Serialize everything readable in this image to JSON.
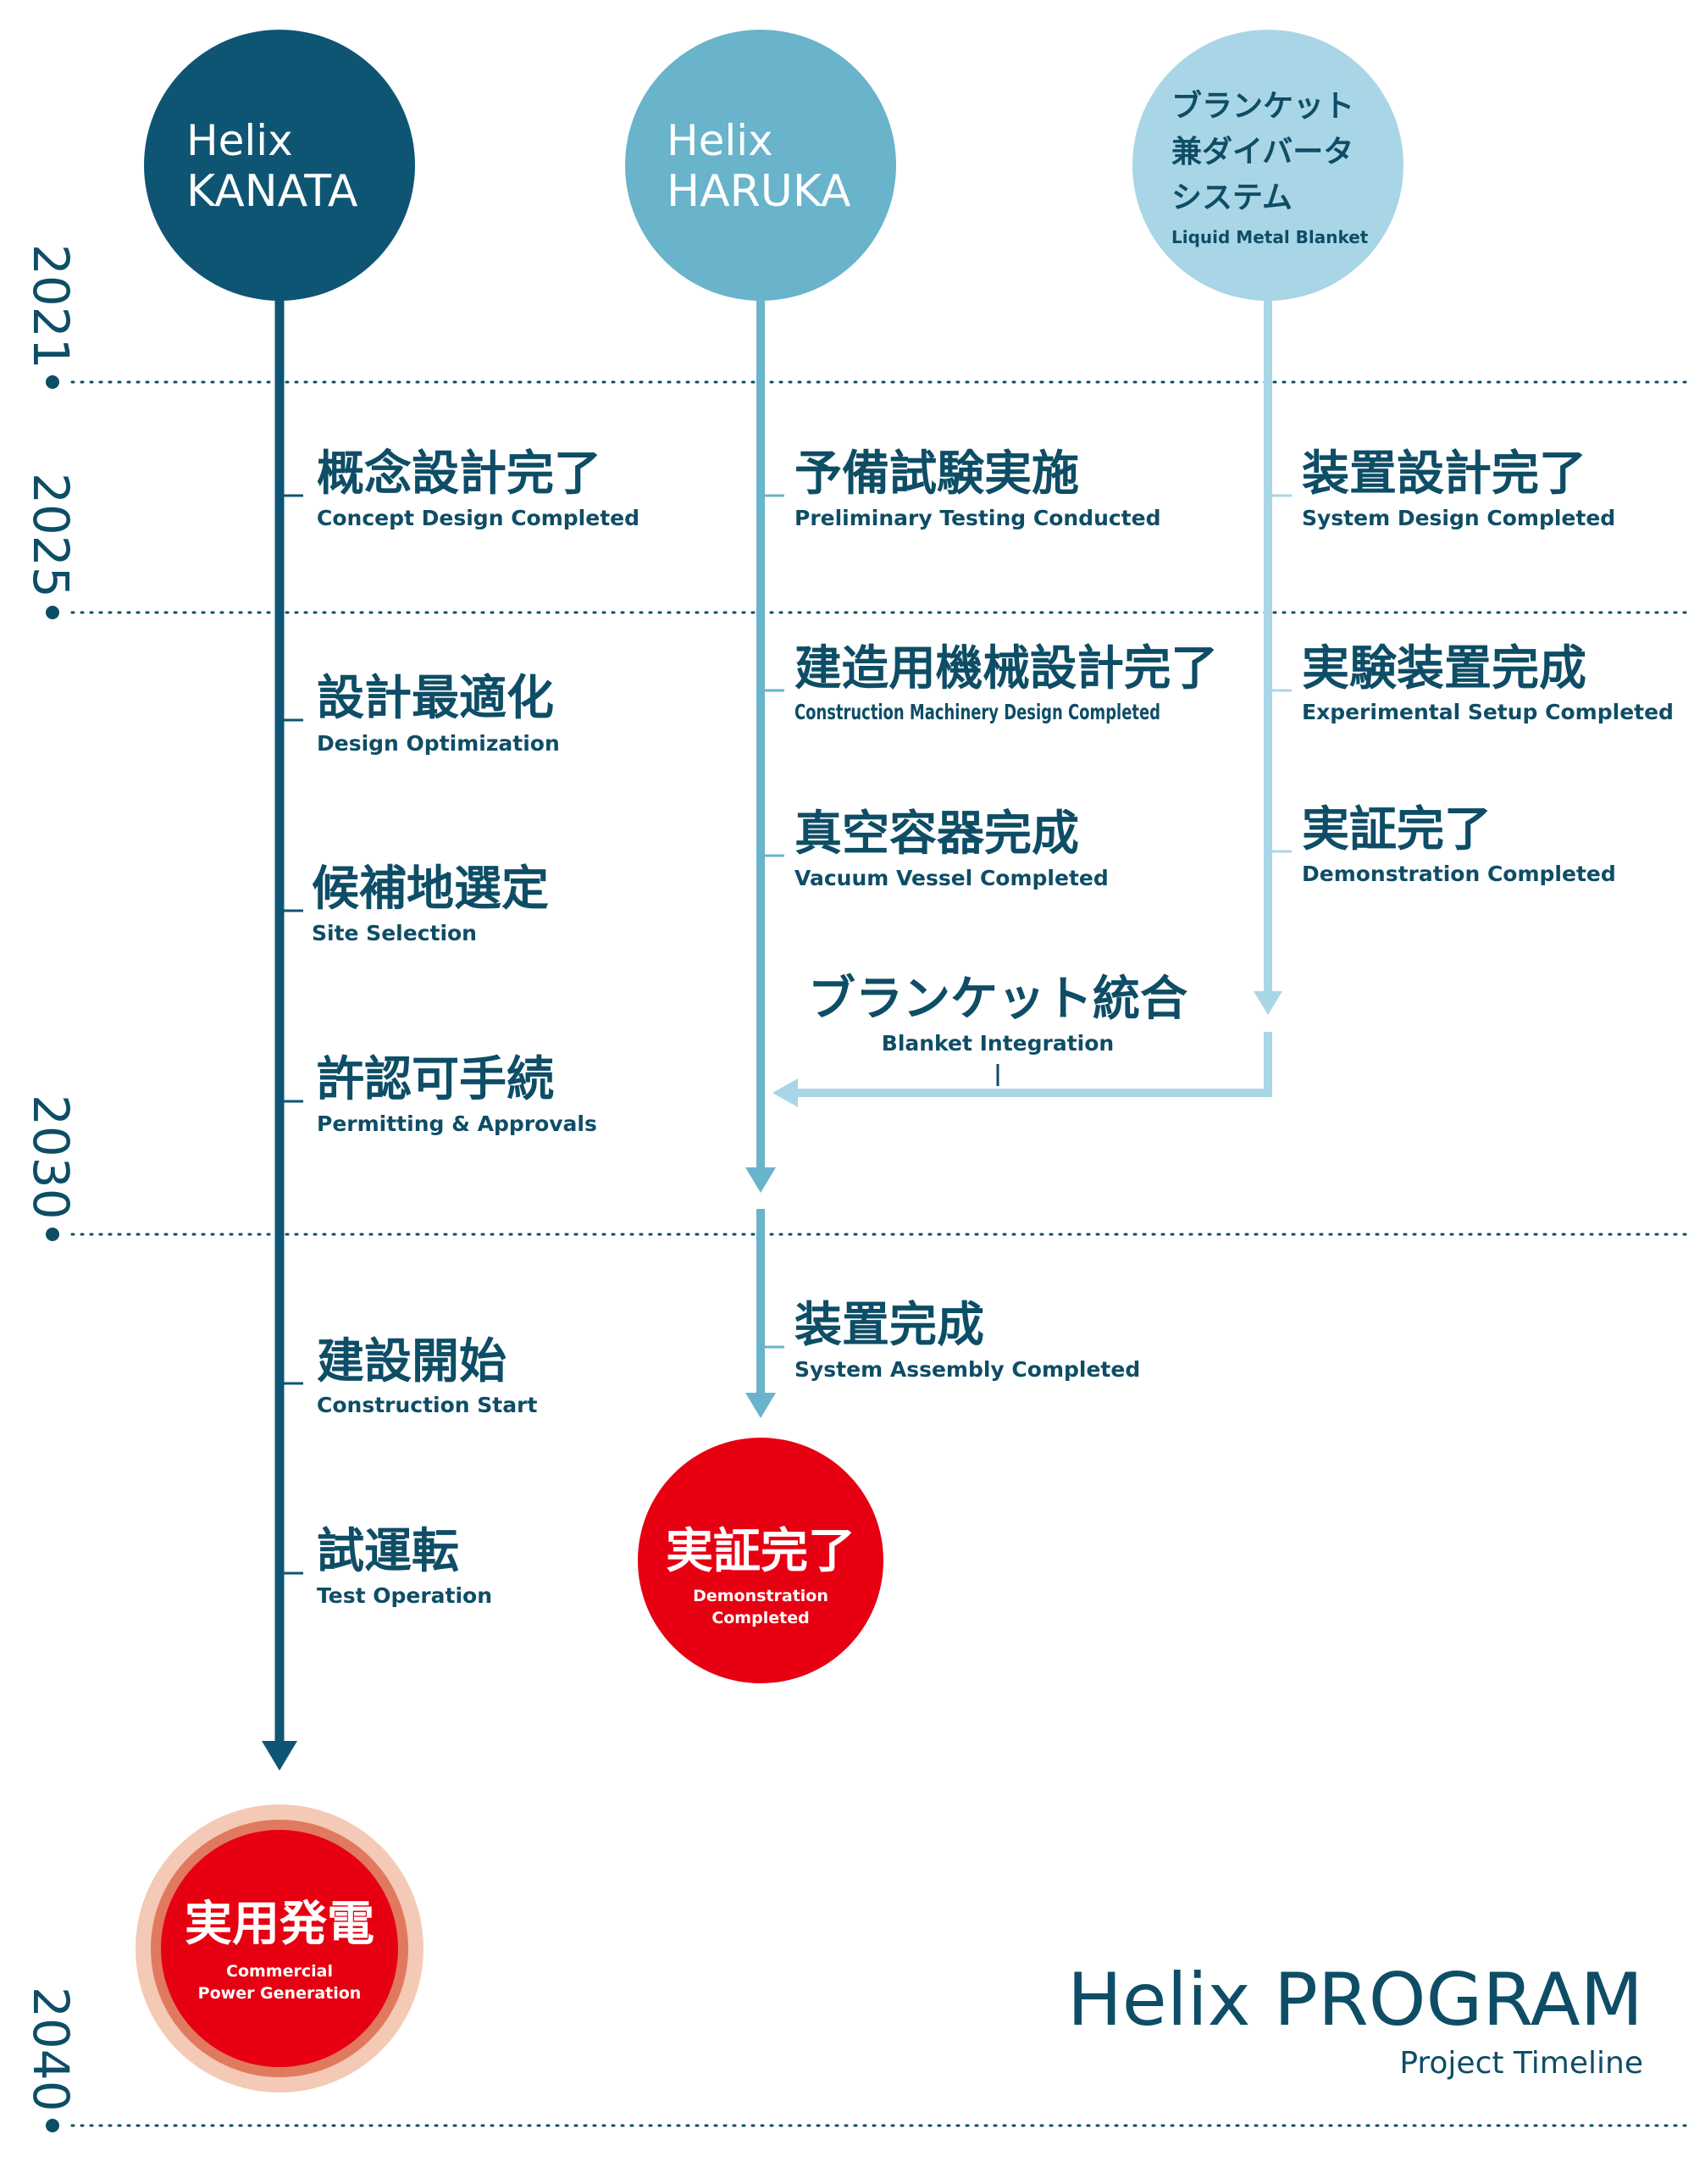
{
  "colors": {
    "kanata": "#0e5574",
    "haruka": "#69b3cb",
    "blanket": "#a9d6e6",
    "text": "#0e4d66",
    "red": "#e60012",
    "halo": "#f4c9b6",
    "halo_inner": "#e1795f"
  },
  "tracks": [
    {
      "id": "kanata",
      "title_line1": "Helix",
      "title_line2": "KANATA"
    },
    {
      "id": "haruka",
      "title_line1": "Helix",
      "title_line2": "HARUKA"
    },
    {
      "id": "blanket",
      "title_line1": "ブランケット",
      "title_line2": "兼ダイバータ",
      "title_line3": "システム",
      "subtitle": "Liquid Metal Blanket"
    }
  ],
  "years": [
    "2021",
    "2025",
    "2030",
    "2040"
  ],
  "milestones": {
    "kanata": [
      {
        "jp": "概念設計完了",
        "en": "Concept Design Completed"
      },
      {
        "jp": "設計最適化",
        "en": "Design Optimization"
      },
      {
        "jp": "候補地選定",
        "en": "Site Selection"
      },
      {
        "jp": "許認可手続",
        "en": "Permitting & Approvals"
      },
      {
        "jp": "建設開始",
        "en": "Construction Start"
      },
      {
        "jp": "試運転",
        "en": "Test Operation"
      }
    ],
    "haruka": [
      {
        "jp": "予備試験実施",
        "en": "Preliminary Testing Conducted"
      },
      {
        "jp": "建造用機械設計完了",
        "en": "Construction Machinery Design Completed"
      },
      {
        "jp": "真空容器完成",
        "en": "Vacuum Vessel Completed"
      },
      {
        "jp": "装置完成",
        "en": "System Assembly Completed"
      }
    ],
    "blanket": [
      {
        "jp": "装置設計完了",
        "en": "System Design Completed"
      },
      {
        "jp": "実験装置完成",
        "en": "Experimental Setup Completed"
      },
      {
        "jp": "実証完了",
        "en": "Demonstration Completed"
      }
    ]
  },
  "integration": {
    "jp": "ブランケット統合",
    "en": "Blanket Integration"
  },
  "endpoints": {
    "haruka": {
      "jp": "実証完了",
      "en_line1": "Demonstration",
      "en_line2": "Completed"
    },
    "kanata": {
      "jp": "実用発電",
      "en_line1": "Commercial",
      "en_line2": "Power Generation"
    }
  },
  "branding": {
    "title": "Helix PROGRAM",
    "subtitle": "Project Timeline"
  }
}
